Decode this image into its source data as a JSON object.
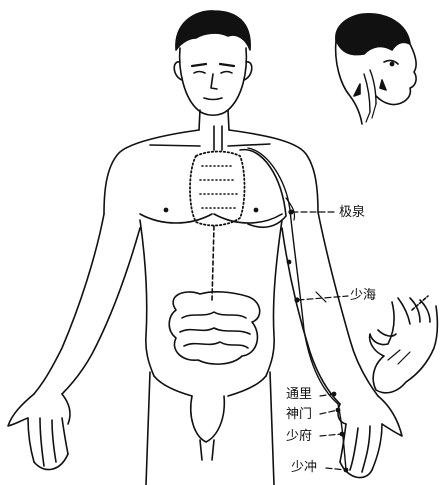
{
  "labels": {
    "jiquan": "极泉",
    "shaohai": "少海",
    "tongli": "通里",
    "shenmen": "神门",
    "shaofu": "少府",
    "shaochong": "少冲"
  },
  "colors": {
    "ink": "#111111",
    "background": "#ffffff"
  }
}
